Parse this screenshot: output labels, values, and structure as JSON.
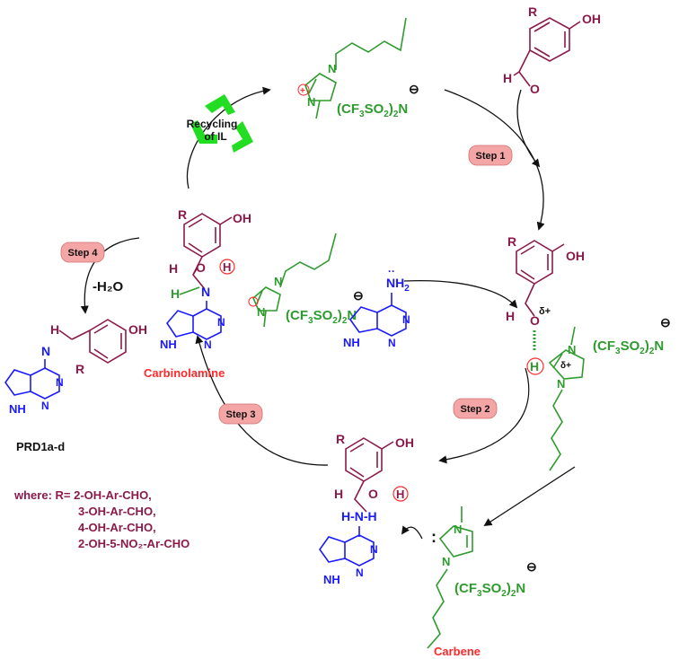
{
  "cation_labels": {
    "n_plus": "N",
    "n": "N",
    "plus": "+"
  },
  "anion": {
    "formula_main": "(CF",
    "sub3": "3",
    "so": "SO",
    "sub2": "2",
    "tail": ")",
    "sub2b": "2",
    "n": "N",
    "minus": "⊖"
  },
  "aldehyde": {
    "r": "R",
    "oh": "OH",
    "h": "H",
    "o": "O"
  },
  "steps": {
    "step1": "Step 1",
    "step2": "Step 2",
    "step3": "Step 3",
    "step4": "Step 4"
  },
  "recycle": {
    "line1": "Recycling",
    "line2": "of IL"
  },
  "amine": {
    "nh2": "NH",
    "sub2": "2",
    "nh": "NH",
    "n": "N"
  },
  "intermediate": {
    "delta_plus": "δ+",
    "delta_minus": "δ+",
    "h": "H",
    "o": "O",
    "n": "N"
  },
  "water": {
    "label": "-H₂O"
  },
  "carbinolamine": {
    "label": "Carbinolamine",
    "oh_o": "O",
    "oh_h": "H",
    "h": "H",
    "n": "N"
  },
  "carbene": {
    "label": "Carbene",
    "colon": ":"
  },
  "product": {
    "label": "PRD1a-d",
    "h": "H",
    "n": "N",
    "oh": "OH",
    "r": "R",
    "nh": "NH"
  },
  "legend": {
    "prefix": "where: R=",
    "items": [
      "2-OH-Ar-CHO,",
      "3-OH-Ar-CHO,",
      "4-OH-Ar-CHO,",
      "2-OH-5-NO₂-Ar-CHO"
    ]
  }
}
